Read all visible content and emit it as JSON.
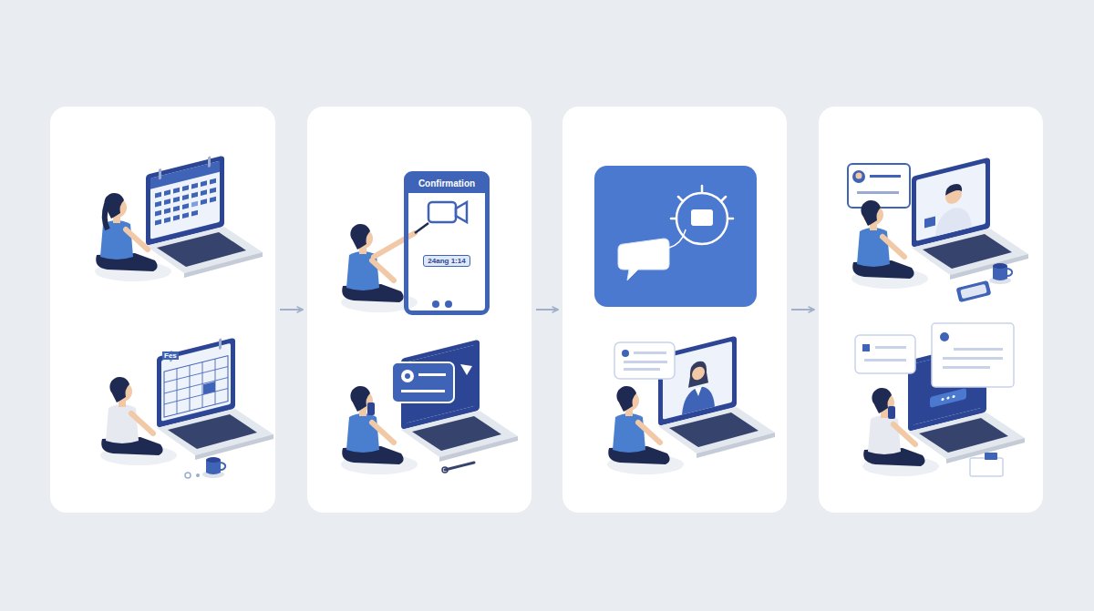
{
  "diagram": {
    "nodes": [
      {
        "text": []
      },
      {
        "text": []
      },
      {
        "text": [
          "Confirmation",
          "24ang 1:14"
        ],
        "in": 1
      },
      {
        "text": []
      },
      {
        "text": []
      }
    ],
    "edges": [
      {
        "from": 0,
        "to": 1,
        "arrow": "to"
      },
      {
        "from": 1,
        "to": 3,
        "arrow": "to"
      },
      {
        "from": 3,
        "to": 4,
        "arrow": "to"
      }
    ],
    "labels": [
      "Fes"
    ]
  }
}
